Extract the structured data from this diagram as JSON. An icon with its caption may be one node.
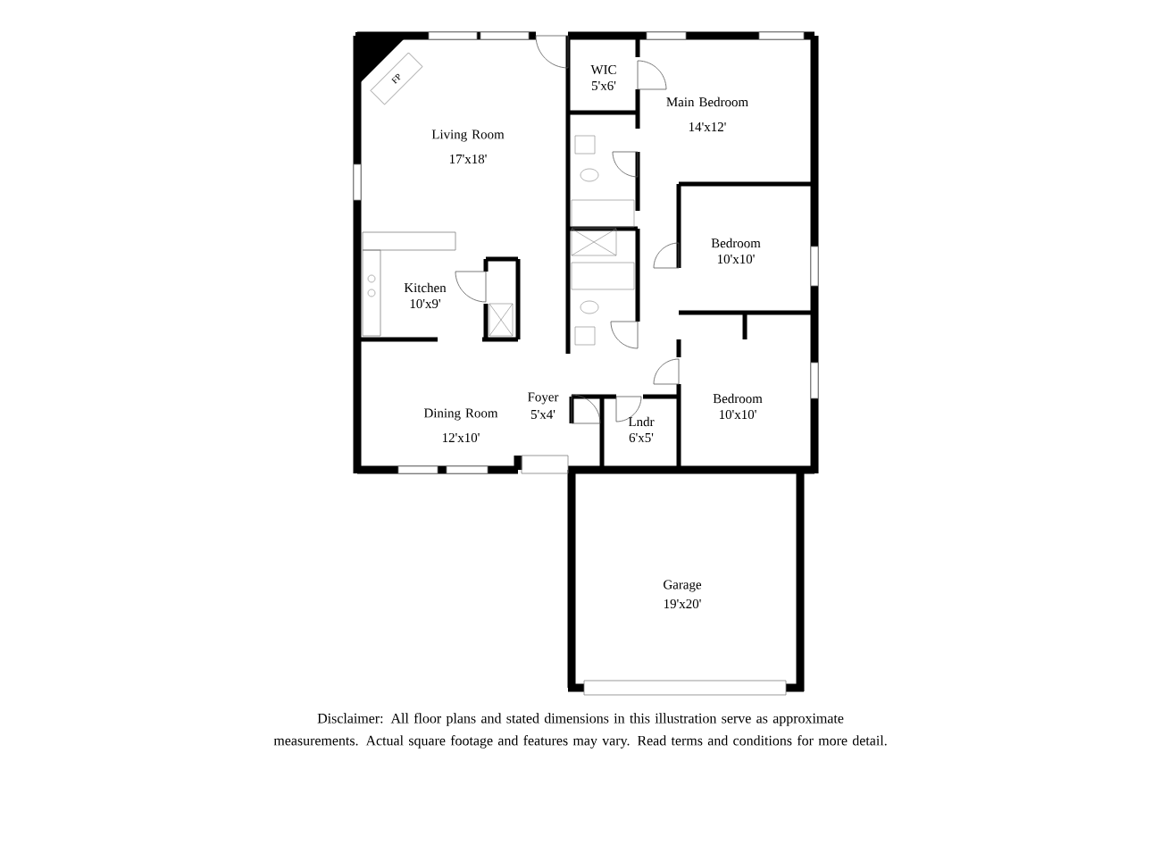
{
  "diagram": {
    "nodes": [
      {
        "text": [
          "FP"
        ]
      }
    ],
    "labels": [
      "WIC",
      "5'x6'",
      "Main Bedroom",
      "14'x12'",
      "Living Room",
      "17'x18'",
      "Bedroom",
      "10'x10'",
      "Kitchen",
      "10'x9'",
      "Foyer",
      "5'x4'",
      "Lndr",
      "6'x5'",
      "Dining Room",
      "12'x10'",
      "Bedroom",
      "10'x10'",
      "Garage",
      "19'x20'",
      "Disclaimer: All floor plans and stated dimensions in this illustration serve as approximate measurements. Actual square footage and features may vary. Read terms and conditions for more detail."
    ]
  }
}
